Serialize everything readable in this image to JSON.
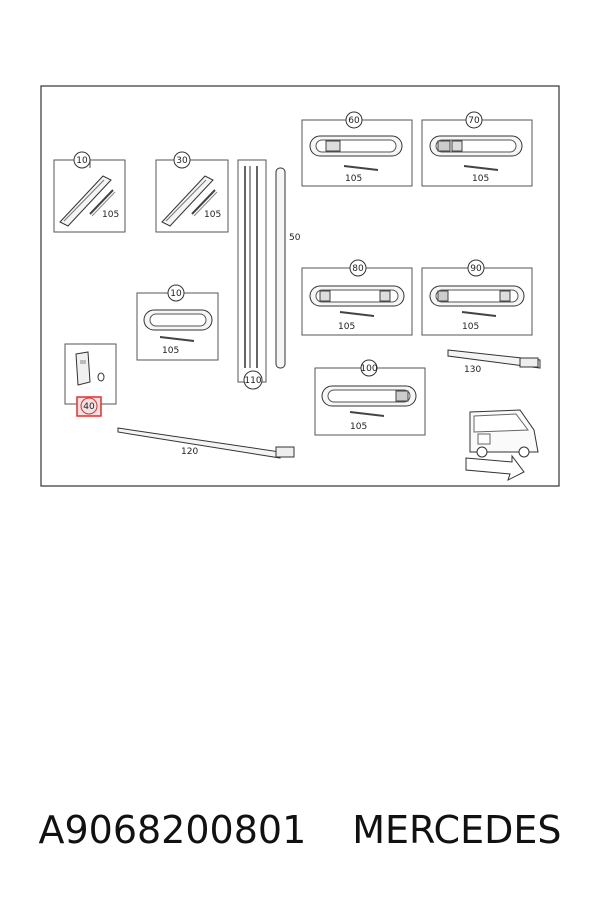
{
  "diagram": {
    "callouts": {
      "c10a": "10",
      "c30": "30",
      "c60": "60",
      "c70": "70",
      "c10b": "10",
      "c80": "80",
      "c90": "90",
      "c100": "100",
      "c40": "40",
      "c110": "110",
      "c50": "50",
      "c120": "120",
      "c130": "130"
    },
    "parts": {
      "p105_10a": "105",
      "p105_30": "105",
      "p105_60": "105",
      "p105_70": "105",
      "p105_10b": "105",
      "p105_80": "105",
      "p105_90": "105",
      "p105_100": "105"
    },
    "highlight_color": "#e03030"
  },
  "caption": {
    "part_number": "A9068200801",
    "brand": "MERCEDES"
  }
}
